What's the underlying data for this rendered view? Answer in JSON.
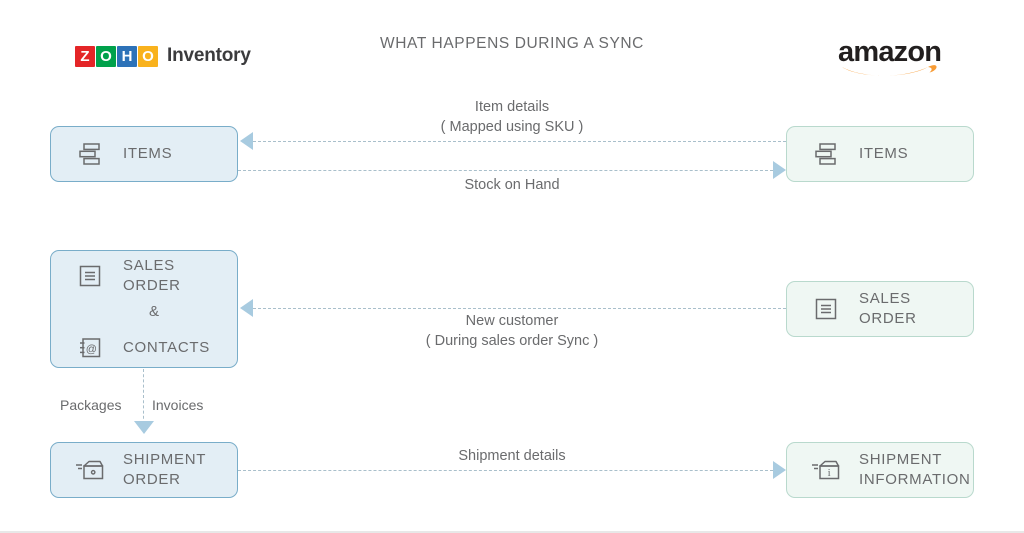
{
  "header": {
    "title": "WHAT HAPPENS DURING A SYNC",
    "left_brand": {
      "tiles": [
        {
          "letter": "Z",
          "color": "#e42527"
        },
        {
          "letter": "O",
          "color": "#00a14b"
        },
        {
          "letter": "H",
          "color": "#2d72b8"
        },
        {
          "letter": "O",
          "color": "#f9b21d"
        }
      ],
      "word": "Inventory"
    },
    "right_brand": {
      "word": "amazon",
      "smile_color": "#f79b34"
    }
  },
  "nodes": {
    "zoho_items": {
      "label": "ITEMS",
      "icon": "items-stack-icon"
    },
    "amazon_items": {
      "label": "ITEMS",
      "icon": "items-stack-icon"
    },
    "zoho_sales_order": {
      "label_primary": "SALES ORDER",
      "amp": "&",
      "label_secondary": "CONTACTS",
      "icon_primary": "document-lines-icon",
      "icon_secondary": "contacts-at-icon"
    },
    "amazon_sales_order": {
      "label": "SALES ORDER",
      "icon": "document-lines-icon"
    },
    "zoho_shipment": {
      "label": "SHIPMENT\nORDER",
      "icon": "package-box-icon"
    },
    "amazon_shipment": {
      "label": "SHIPMENT\nINFORMATION",
      "icon": "package-info-icon"
    }
  },
  "flows": {
    "item_details": {
      "text": "Item details\n( Mapped using SKU )",
      "direction": "left"
    },
    "stock_on_hand": {
      "text": "Stock on Hand",
      "direction": "right"
    },
    "new_customer": {
      "text": "New customer\n( During sales order Sync )",
      "direction": "left"
    },
    "shipment_details": {
      "text": "Shipment details",
      "direction": "right"
    },
    "packages": {
      "text": "Packages"
    },
    "invoices": {
      "text": "Invoices"
    }
  },
  "colors": {
    "zoho_box_fill": "#e3eef5",
    "zoho_box_border": "#79adc9",
    "amazon_box_fill": "#eff7f3",
    "amazon_box_border": "#b9d9cd",
    "connector": "#a9bfcb",
    "arrow": "#a8cbe0",
    "text": "#6a6b6d"
  }
}
